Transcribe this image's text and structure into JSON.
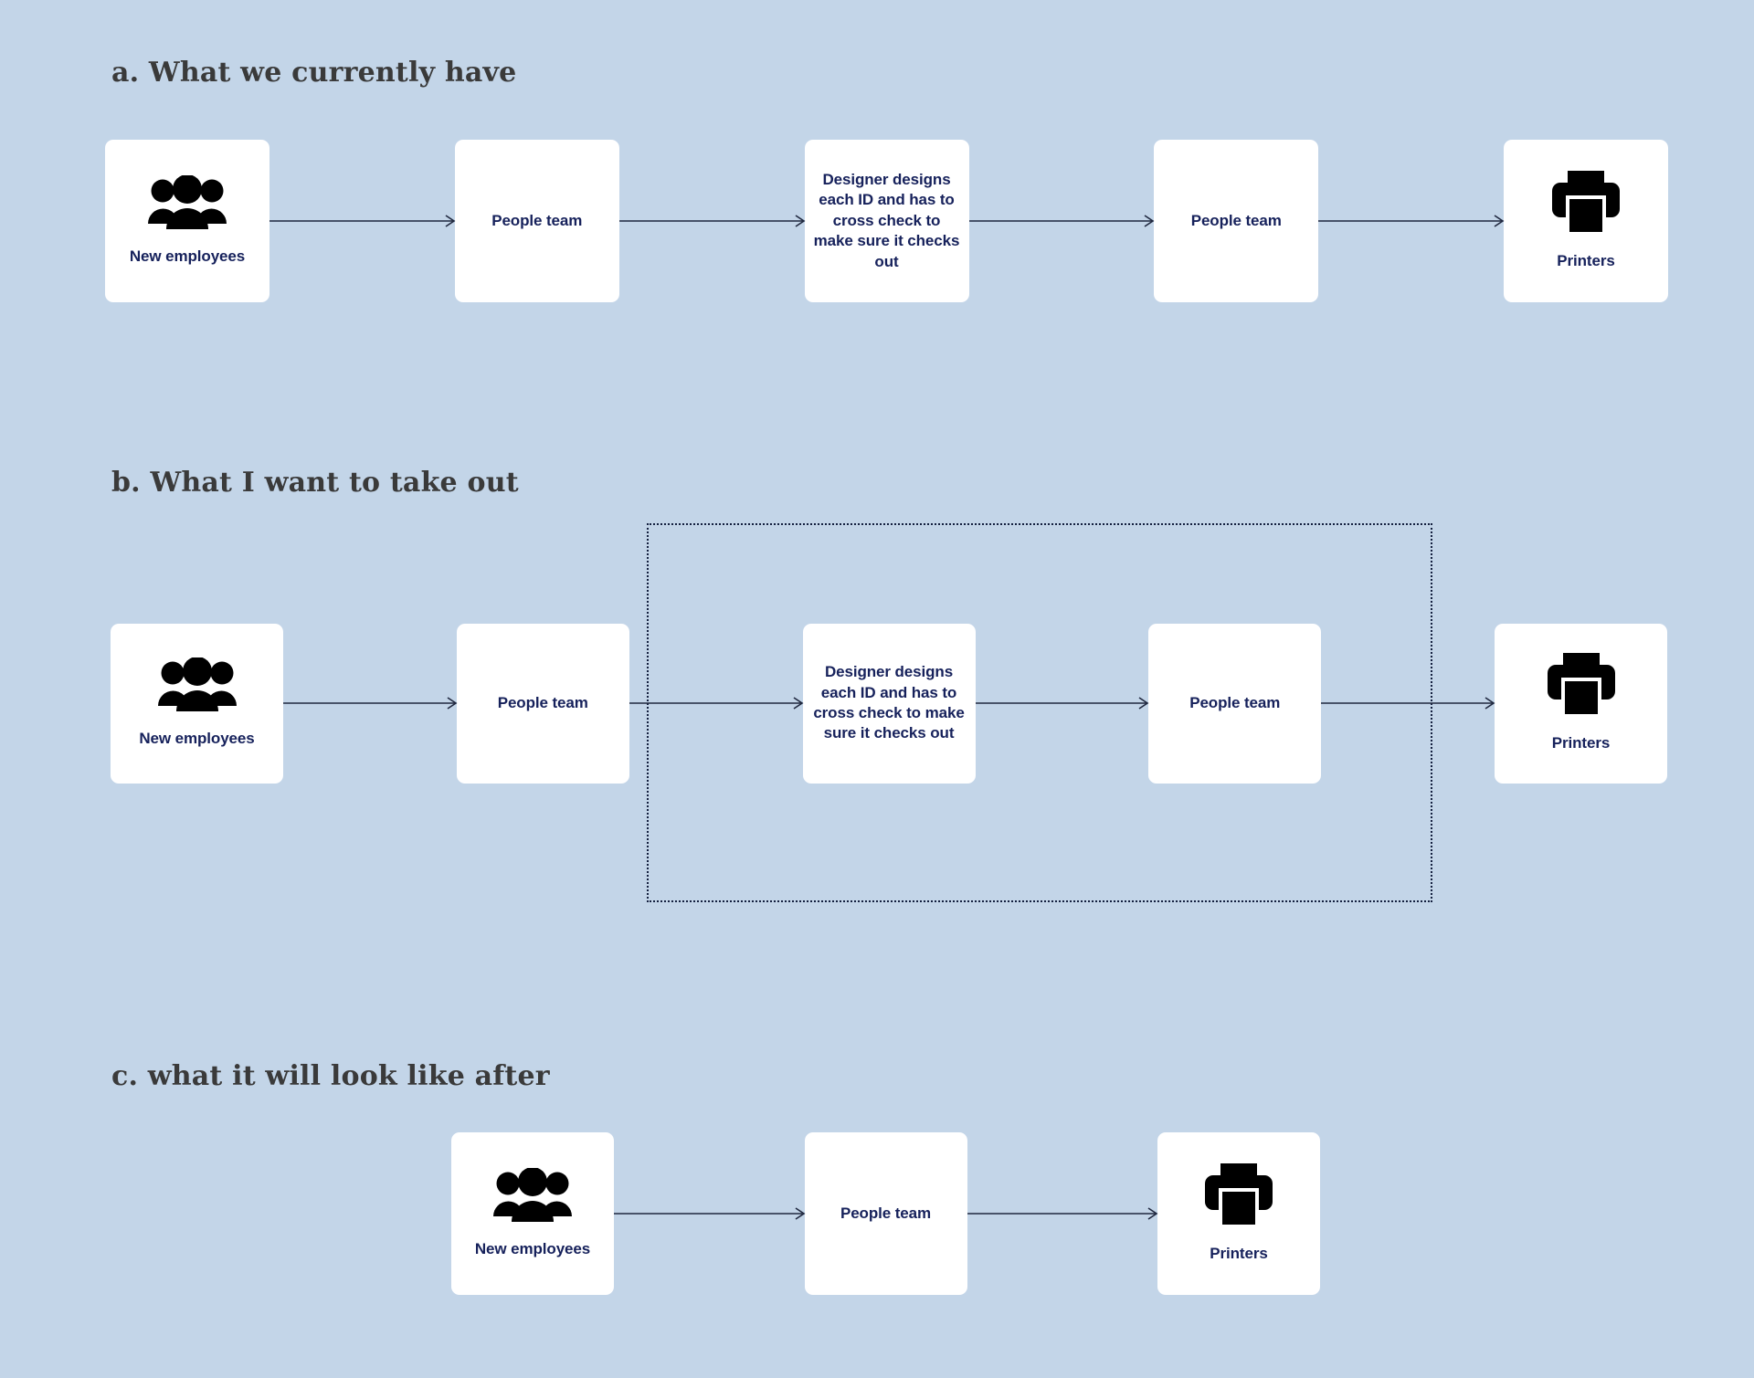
{
  "page": {
    "background_color": "#c3d5e8",
    "node_fill": "#ffffff",
    "label_color": "#16215b",
    "heading_color": "#3a3a3a",
    "arrow_color": "#20283f",
    "dotted_rect_color": "#14203f"
  },
  "sections": {
    "a": {
      "heading": "a. What we currently have",
      "nodes": [
        {
          "label": "New employees",
          "icon": "people-group-icon"
        },
        {
          "label": "People team",
          "icon": null
        },
        {
          "label": "Designer designs each ID and has to cross check to make sure it checks out",
          "icon": null
        },
        {
          "label": "People team",
          "icon": null
        },
        {
          "label": "Printers",
          "icon": "printer-icon"
        }
      ],
      "arrow_count": 4
    },
    "b": {
      "heading": "b. What I want to take out",
      "nodes": [
        {
          "label": "New employees",
          "icon": "people-group-icon"
        },
        {
          "label": "People team",
          "icon": null
        },
        {
          "label": "Designer designs each ID and has to cross check to make sure it checks out",
          "icon": null
        },
        {
          "label": "People team",
          "icon": null
        },
        {
          "label": "Printers",
          "icon": "printer-icon"
        }
      ],
      "arrow_count": 4,
      "highlight_region": {
        "name": "take-out-region",
        "style": "dotted",
        "covers": [
          "Designer designs each ID and has to cross check to make sure it checks out",
          "People team"
        ]
      }
    },
    "c": {
      "heading": "c. what it will look like after",
      "nodes": [
        {
          "label": "New employees",
          "icon": "people-group-icon"
        },
        {
          "label": "People team",
          "icon": null
        },
        {
          "label": "Printers",
          "icon": "printer-icon"
        }
      ],
      "arrow_count": 2
    }
  }
}
